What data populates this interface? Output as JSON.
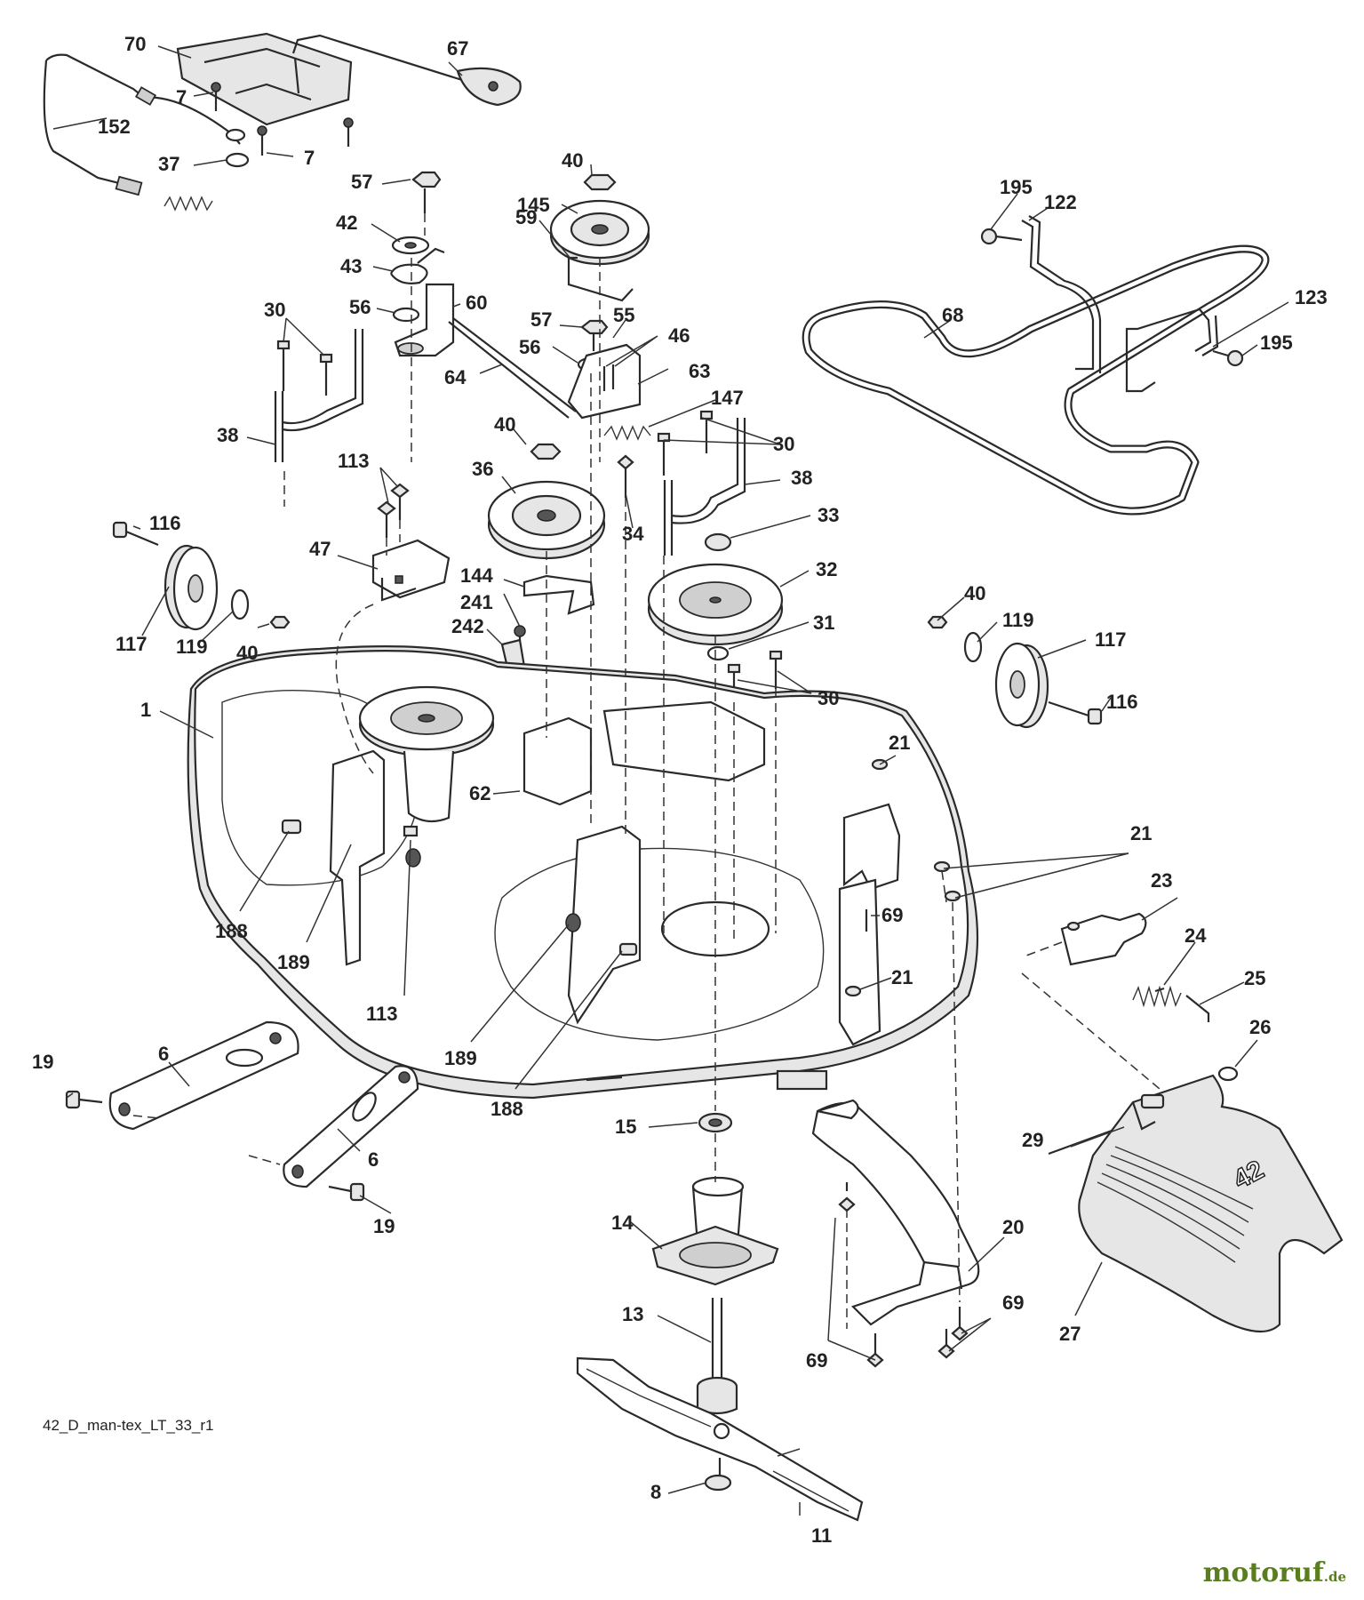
{
  "diagram": {
    "caption": "42_D_man-tex_LT_33_r1",
    "deck_emblem": "42",
    "watermark": {
      "name": "motoruf",
      "tld": ".de"
    },
    "labels": [
      "70",
      "67",
      "7",
      "152",
      "7",
      "37",
      "57",
      "42",
      "43",
      "56",
      "60",
      "64",
      "40",
      "145",
      "59",
      "57",
      "55",
      "46",
      "56",
      "63",
      "147",
      "30",
      "38",
      "113",
      "116",
      "47",
      "117",
      "119",
      "40",
      "40",
      "36",
      "144",
      "241",
      "242",
      "30",
      "38",
      "34",
      "33",
      "32",
      "31",
      "30",
      "40",
      "119",
      "117",
      "116",
      "195",
      "122",
      "68",
      "123",
      "195",
      "1",
      "21",
      "62",
      "188",
      "189",
      "113",
      "21",
      "23",
      "69",
      "21",
      "24",
      "25",
      "26",
      "189",
      "188",
      "6",
      "19",
      "6",
      "19",
      "15",
      "14",
      "13",
      "8",
      "11",
      "29",
      "27",
      "20",
      "69",
      "69"
    ]
  }
}
